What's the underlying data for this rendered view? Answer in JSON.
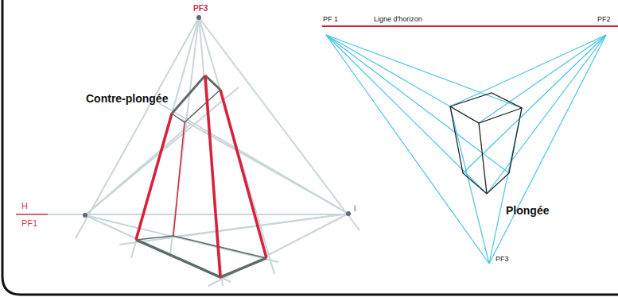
{
  "diagram": {
    "labels": [
      "PF3",
      "Contre-plongée",
      "H",
      "PF1",
      "i",
      "PF 1",
      "Ligne d'horizon",
      "PF2",
      "Plongée",
      "PF3"
    ]
  }
}
